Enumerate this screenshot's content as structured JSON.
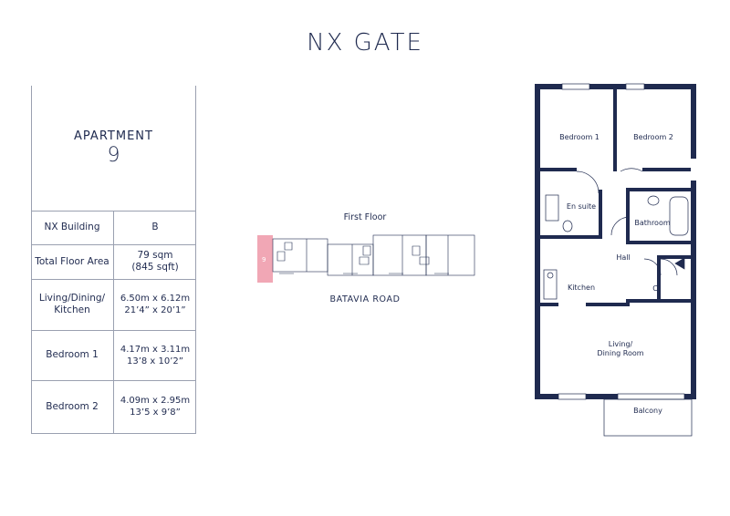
{
  "brand": {
    "logo_text": "NX GATE"
  },
  "apartment": {
    "title": "APARTMENT",
    "number": "9"
  },
  "specs": [
    {
      "label": "NX Building",
      "value": "B"
    },
    {
      "label": "Total Floor Area",
      "value": "79 sqm\n(845 sqft)"
    },
    {
      "label": "Living/Dining/\nKitchen",
      "value": "6.50m x 6.12m\n21’4” x 20’1”"
    },
    {
      "label": "Bedroom 1",
      "value": "4.17m x 3.11m\n13’8 x 10’2”"
    },
    {
      "label": "Bedroom 2",
      "value": "4.09m x 2.95m\n13’5 x 9’8”"
    }
  ],
  "keyplan": {
    "floor": "First Floor",
    "road": "BATAVIA ROAD",
    "unit_marker": "9",
    "highlight_color": "#f1a7b5"
  },
  "floorplan": {
    "rooms": {
      "bedroom1": "Bedroom 1",
      "bedroom2": "Bedroom 2",
      "ensuite": "En suite",
      "bathroom": "Bathroom",
      "hall": "Hall",
      "kitchen": "Kitchen",
      "cupboard": "C",
      "living": "Living/\nDining Room",
      "balcony": "Balcony"
    },
    "wall_color": "#1f2a4f"
  }
}
